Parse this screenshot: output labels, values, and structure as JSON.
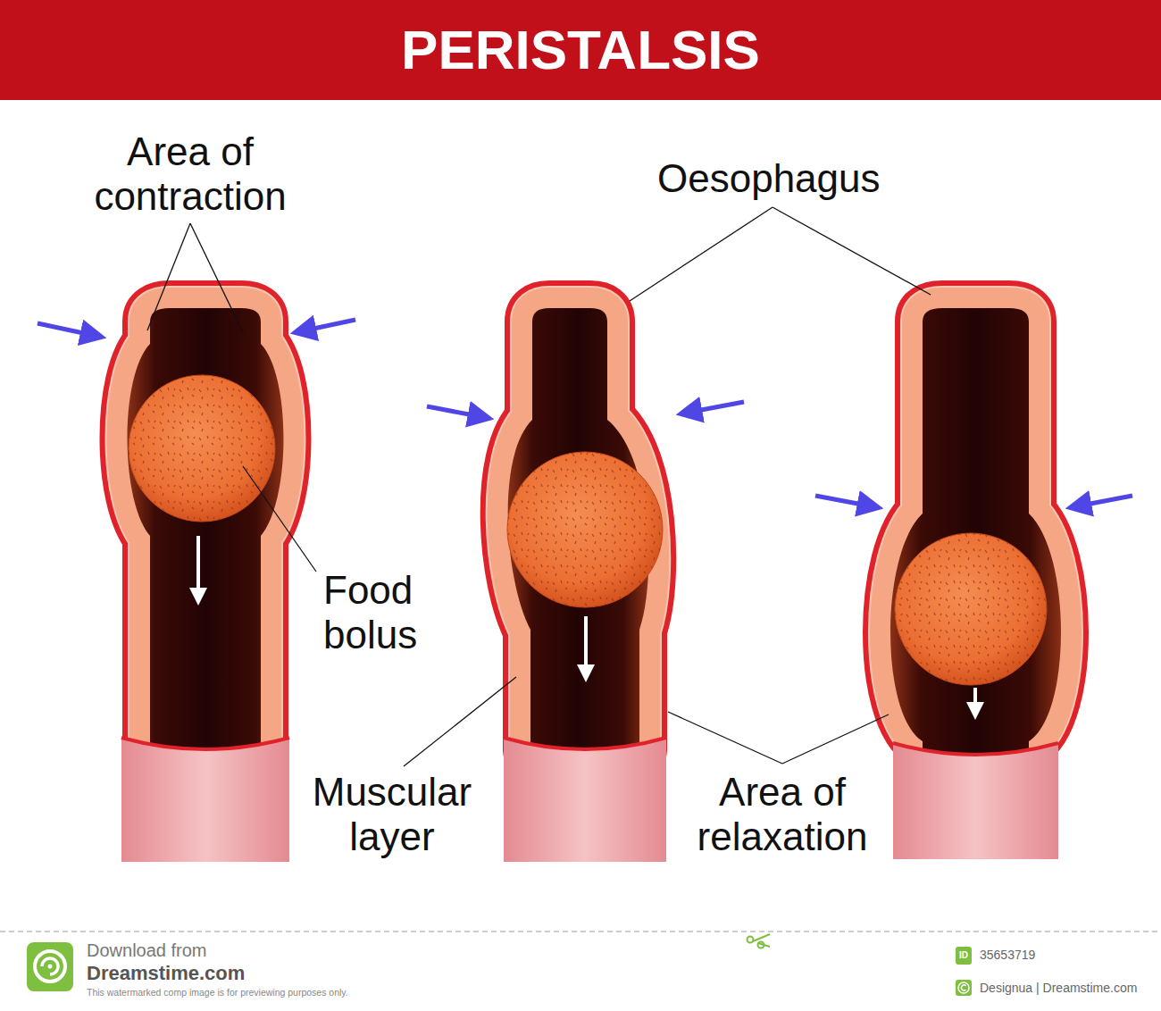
{
  "diagram": {
    "title": "PERISTALSIS",
    "nodes": [
      {
        "text": [
          "ID"
        ]
      }
    ],
    "labels": [
      "Area of contraction",
      "Oesophagus",
      "Food bolus",
      "Muscular layer",
      "Area of relaxation",
      "Download from",
      "Dreamstime.com",
      "This watermarked comp image is for previewing purposes only.",
      "35653719",
      "Designua | Dreamstime.com"
    ]
  }
}
